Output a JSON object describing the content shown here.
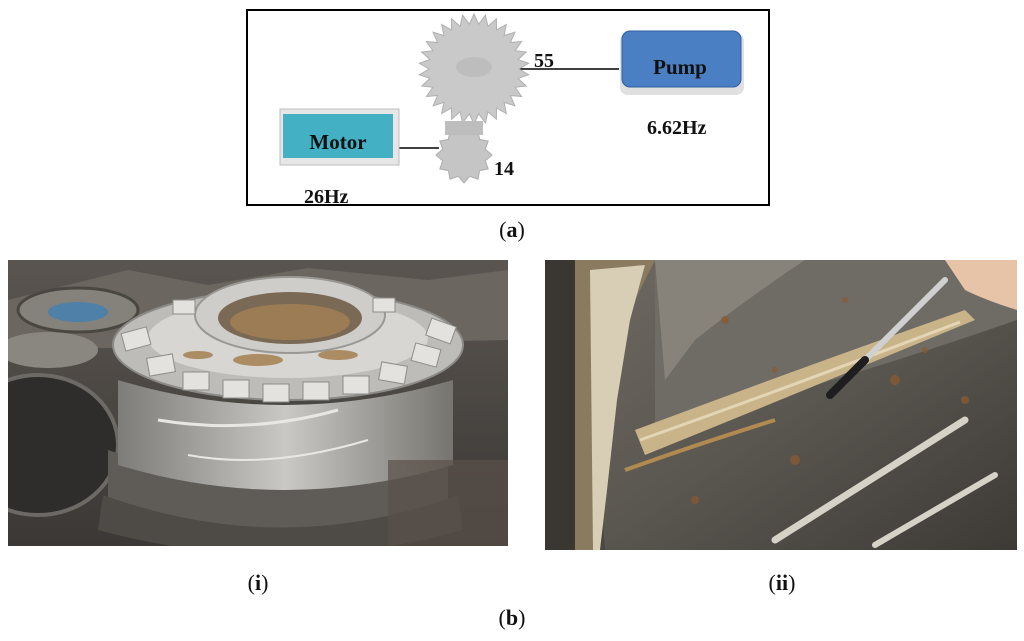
{
  "figure_a": {
    "motor_label": "Motor",
    "pump_label": "Pump",
    "motor_freq": "26Hz",
    "pump_freq": "6.62Hz",
    "large_gear_teeth": "55",
    "small_gear_teeth": "14",
    "colors": {
      "motor_box": "#44b0c4",
      "pump_box": "#4b7fc4",
      "gear": "#c7c7c7"
    }
  },
  "captions": {
    "a": "a",
    "i": "i",
    "ii": "ii",
    "b": "b"
  }
}
